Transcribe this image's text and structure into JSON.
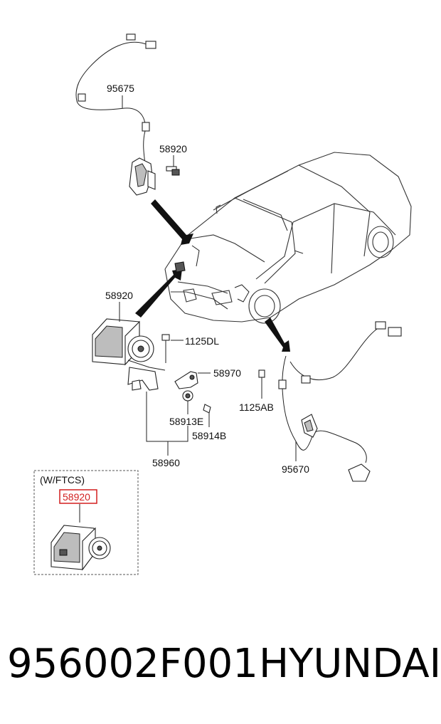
{
  "callouts": {
    "c95675": "95675",
    "c58920_top": "58920",
    "c58920_mid": "58920",
    "c1125DL": "1125DL",
    "c58970": "58970",
    "c58913E": "58913E",
    "c58914B": "58914B",
    "c1125AB": "1125AB",
    "c58960": "58960",
    "c95670": "95670"
  },
  "inset": {
    "title": "(W/FTCS)",
    "part": "58920",
    "highlight_color": "#d21f1f"
  },
  "footer": {
    "part_number": "956002F001",
    "brand": "HYUNDAI"
  }
}
